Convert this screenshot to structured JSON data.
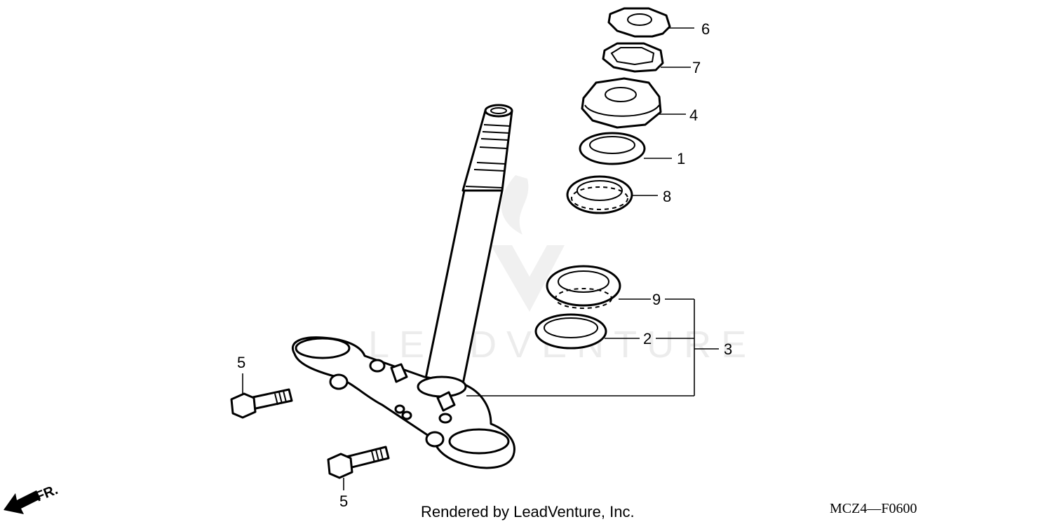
{
  "watermark": {
    "text": "LEADVENTURE"
  },
  "callouts": [
    {
      "id": "6",
      "label": "6"
    },
    {
      "id": "7",
      "label": "7"
    },
    {
      "id": "4",
      "label": "4"
    },
    {
      "id": "1",
      "label": "1"
    },
    {
      "id": "8",
      "label": "8"
    },
    {
      "id": "9",
      "label": "9"
    },
    {
      "id": "2",
      "label": "2"
    },
    {
      "id": "3",
      "label": "3"
    },
    {
      "id": "5a",
      "label": "5"
    },
    {
      "id": "5b",
      "label": "5"
    }
  ],
  "direction": {
    "label": "FR."
  },
  "footer": {
    "credit": "Rendered by LeadVenture, Inc.",
    "diagram_code": "MCZ4—F0600"
  }
}
